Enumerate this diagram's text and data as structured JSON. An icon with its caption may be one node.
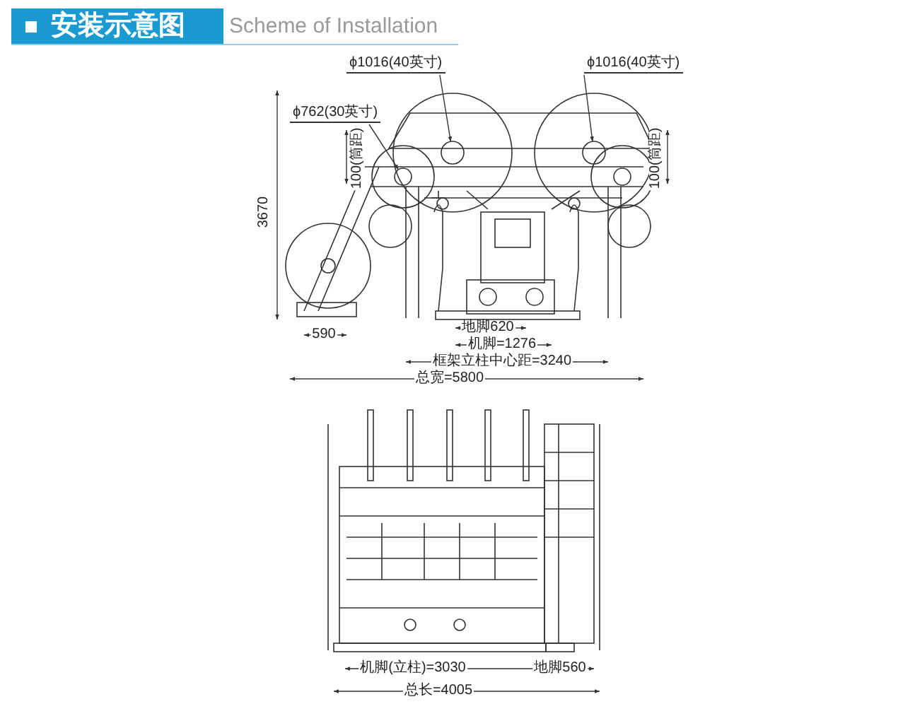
{
  "diagram": {
    "title": "安装示意图",
    "nodes": [
      {
        "text": [
          "ϕ1016(40英寸)"
        ]
      },
      {
        "text": [
          "ϕ1016(40英寸)"
        ]
      },
      {
        "text": [
          "ϕ762(30英寸)"
        ]
      },
      {
        "text": [],
        "shape": "circle"
      },
      {
        "text": [],
        "shape": "circle"
      },
      {
        "text": [],
        "shape": "circle"
      }
    ],
    "edges": [
      {
        "from": 0,
        "to": 4,
        "arrow": "to"
      },
      {
        "from": 1,
        "to": 5,
        "arrow": "to"
      },
      {
        "from": 2,
        "to": 3,
        "arrow": "to"
      }
    ],
    "labels": [
      "Scheme of Installation",
      "100(筒距)",
      "100(筒距)",
      "3670",
      "590",
      "地脚620",
      "机脚=1276",
      "框架立柱中心距=3240",
      "总宽=5800",
      "机脚(立柱)=3030",
      "地脚560",
      "总长=4005"
    ]
  }
}
